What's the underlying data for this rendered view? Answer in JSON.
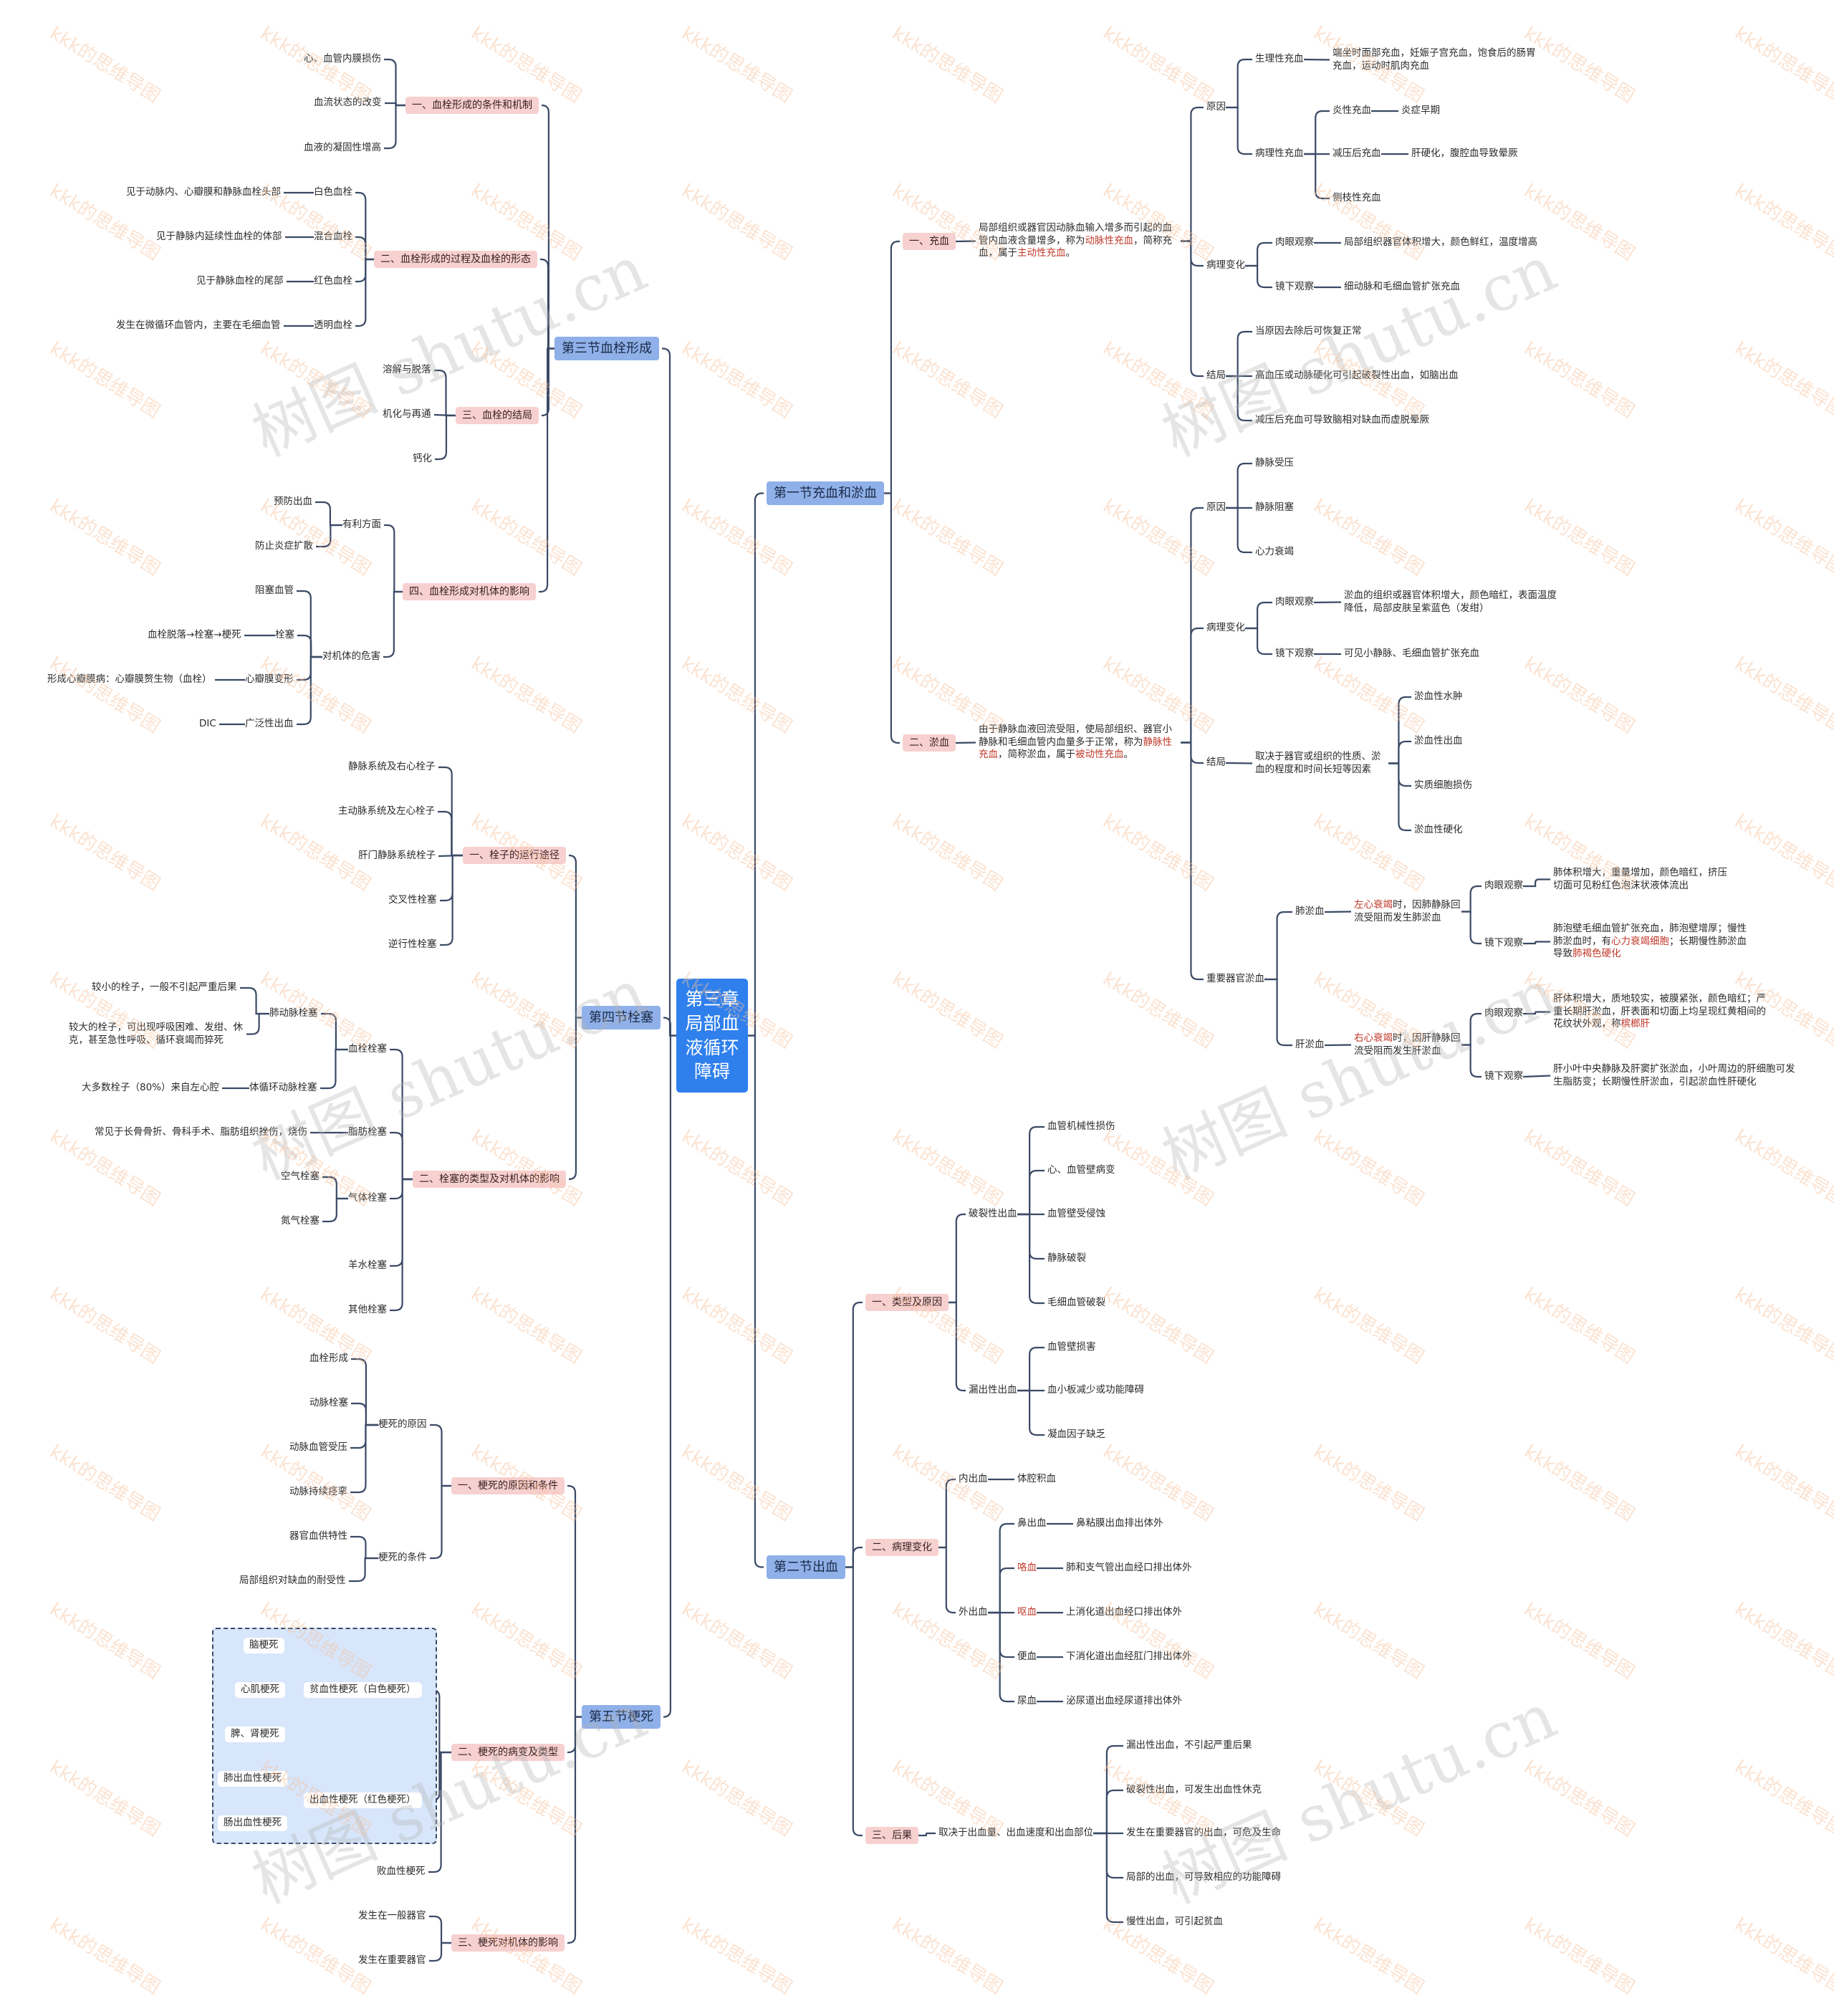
{
  "watermark": {
    "large": "树图 shutu.cn",
    "small": "kkk的思维导图"
  },
  "root": {
    "label": "第三章局部血液循环障碍"
  },
  "right": {
    "s1": {
      "label": "第一节充血和淤血",
      "chongxue": {
        "label": "一、充血",
        "desc_a": "局部组织或器官因动脉血输入增多而引起的血管内血液含量增多，称为",
        "desc_h1": "动脉性充血",
        "desc_b": "，简称充血，属于",
        "desc_h2": "主动性充血",
        "desc_c": "。",
        "cause": {
          "label": "原因",
          "phys": {
            "label": "生理性充血",
            "desc": "端坐时面部充血，妊娠子宫充血，饱食后的肠胃充血，运动时肌肉充血"
          },
          "path": {
            "label": "病理性充血",
            "c1": {
              "label": "炎性充血",
              "desc": "炎症早期"
            },
            "c2": {
              "label": "减压后充血",
              "desc": "肝硬化，腹腔血导致晕厥"
            },
            "c3": {
              "label": "侧枝性充血"
            }
          }
        },
        "change": {
          "label": "病理变化",
          "g": {
            "label": "肉眼观察",
            "desc": "局部组织器官体积增大，颜色鲜红，温度增高"
          },
          "m": {
            "label": "镜下观察",
            "desc": "细动脉和毛细血管扩张充血"
          }
        },
        "result": {
          "label": "结局",
          "r1": "当原因去除后可恢复正常",
          "r2": "高血压或动脉硬化可引起破裂性出血，如脑出血",
          "r3": "减压后充血可导致脑相对缺血而虚脱晕厥"
        }
      },
      "yuxue": {
        "label": "二、淤血",
        "desc_a": "由于静脉血液回流受阻，使局部组织、器官小静脉和毛细血管内血量多于正常，称为",
        "desc_h1": "静脉性充血",
        "desc_b": "，简称淤血，属于",
        "desc_h2": "被动性充血",
        "desc_c": "。",
        "cause": {
          "label": "原因",
          "c1": "静脉受压",
          "c2": "静脉阻塞",
          "c3": "心力衰竭"
        },
        "change": {
          "label": "病理变化",
          "g": {
            "label": "肉眼观察",
            "desc": "淤血的组织或器官体积增大，颜色暗红，表面温度降低，局部皮肤呈紫蓝色（发绀）"
          },
          "m": {
            "label": "镜下观察",
            "desc": "可见小静脉、毛细血管扩张充血"
          }
        },
        "result": {
          "label": "结局",
          "desc": "取决于器官或组织的性质、淤血的程度和时间长短等因素",
          "r1": "淤血性水肿",
          "r2": "淤血性出血",
          "r3": "实质细胞损伤",
          "r4": "淤血性硬化"
        },
        "organ": {
          "label": "重要器官淤血",
          "lung": {
            "label": "肺淤血",
            "desc_h": "左心衰竭",
            "desc": "时，因肺静脉回流受阻而发生肺淤血",
            "g": {
              "label": "肉眼观察",
              "desc": "肺体积增大，重量增加，颜色暗红，挤压切面可见粉红色泡沫状液体流出"
            },
            "m": {
              "label": "镜下观察",
              "desc_a": "肺泡壁毛细血管扩张充血，肺泡壁增厚；慢性肺淤血时，有",
              "desc_h1": "心力衰竭细胞",
              "desc_b": "；长期慢性肺淤血导致",
              "desc_h2": "肺褐色硬化"
            }
          },
          "liver": {
            "label": "肝淤血",
            "desc_h": "右心衰竭",
            "desc": "时，因肝静脉回流受阻而发生肝淤血",
            "g": {
              "label": "肉眼观察",
              "desc_a": "肝体积增大，质地较实，被膜紧张，颜色暗红；严重长期肝淤血，肝表面和切面上均呈现红黄相间的花纹状外观，称",
              "desc_h": "槟榔肝"
            },
            "m": {
              "label": "镜下观察",
              "desc": "肝小叶中央静脉及肝窦扩张淤血，小叶周边的肝细胞可发生脂肪变；长期慢性肝淤血，引起淤血性肝硬化"
            }
          }
        }
      }
    },
    "s2": {
      "label": "第二节出血",
      "type": {
        "label": "一、类型及原因",
        "rupture": {
          "label": "破裂性出血",
          "i1": "血管机械性损伤",
          "i2": "心、血管壁病变",
          "i3": "血管壁受侵蚀",
          "i4": "静脉破裂",
          "i5": "毛细血管破裂"
        },
        "leak": {
          "label": "漏出性出血",
          "i1": "血管壁损害",
          "i2": "血小板减少或功能障碍",
          "i3": "凝血因子缺乏"
        }
      },
      "change": {
        "label": "二、病理变化",
        "inner": {
          "label": "内出血",
          "desc": "体腔积血"
        },
        "outer": {
          "label": "外出血",
          "o1": {
            "label": "鼻出血",
            "desc": "鼻粘膜出血排出体外"
          },
          "o2": {
            "label": "咯血",
            "desc": "肺和支气管出血经口排出体外"
          },
          "o3": {
            "label": "呕血",
            "desc": "上消化道出血经口排出体外"
          },
          "o4": {
            "label": "便血",
            "desc": "下消化道出血经肛门排出体外"
          },
          "o5": {
            "label": "尿血",
            "desc": "泌尿道出血经尿道排出体外"
          }
        }
      },
      "outcome": {
        "label": "三、后果",
        "desc": "取决于出血量、出血速度和出血部位",
        "r1": "漏出性出血，不引起严重后果",
        "r2": "破裂性出血，可发生出血性休克",
        "r3": "发生在重要器官的出血，可危及生命",
        "r4": "局部的出血，可导致相应的功能障碍",
        "r5": "慢性出血，可引起贫血"
      }
    }
  },
  "left": {
    "s3": {
      "label": "第三节血栓形成",
      "cond": {
        "label": "一、血栓形成的条件和机制",
        "i1": "心、血管内膜损伤",
        "i2": "血流状态的改变",
        "i3": "血液的凝固性增高"
      },
      "proc": {
        "label": "二、血栓形成的过程及血栓的形态",
        "p1": {
          "label": "白色血栓",
          "desc": "见于动脉内、心瓣膜和静脉血栓头部"
        },
        "p2": {
          "label": "混合血栓",
          "desc": "见于静脉内延续性血栓的体部"
        },
        "p3": {
          "label": "红色血栓",
          "desc": "见于静脉血栓的尾部"
        },
        "p4": {
          "label": "透明血栓",
          "desc": "发生在微循环血管内，主要在毛细血管"
        }
      },
      "res": {
        "label": "三、血栓的结局",
        "i1": "溶解与脱落",
        "i2": "机化与再通",
        "i3": "钙化"
      },
      "eff": {
        "label": "四、血栓形成对机体的影响",
        "good": {
          "label": "有利方面",
          "i1": "预防出血",
          "i2": "防止炎症扩散"
        },
        "bad": {
          "label": "对机体的危害",
          "b1": {
            "label": "阻塞血管"
          },
          "b2": {
            "label": "栓塞",
            "desc": "血栓脱落→栓塞→梗死"
          },
          "b3": {
            "label": "心瓣膜变形",
            "desc": "形成心瓣膜病：心瓣膜赘生物（血栓）"
          },
          "b4": {
            "label": "广泛性出血",
            "desc": "DIC"
          }
        }
      }
    },
    "s4": {
      "label": "第四节栓塞",
      "path": {
        "label": "一、栓子的运行途径",
        "i1": "静脉系统及右心栓子",
        "i2": "主动脉系统及左心栓子",
        "i3": "肝门静脉系统栓子",
        "i4": "交叉性栓塞",
        "i5": "逆行性栓塞"
      },
      "type": {
        "label": "二、栓塞的类型及对机体的影响",
        "thrombo": {
          "label": "血栓栓塞",
          "pul": {
            "label": "肺动脉栓塞",
            "d1": "较小的栓子，一般不引起严重后果",
            "d2": "较大的栓子，可出现呼吸困难、发绀、休克，甚至急性呼吸、循环衰竭而猝死"
          },
          "sys": {
            "label": "体循环动脉栓塞",
            "desc": "大多数栓子（80%）来自左心腔"
          }
        },
        "fat": {
          "label": "脂肪栓塞",
          "desc": "常见于长骨骨折、骨科手术、脂肪组织挫伤，烧伤"
        },
        "gas": {
          "label": "气体栓塞",
          "i1": "空气栓塞",
          "i2": "氮气栓塞"
        },
        "amn": {
          "label": "羊水栓塞"
        },
        "other": {
          "label": "其他栓塞"
        }
      }
    },
    "s5": {
      "label": "第五节梗死",
      "cause": {
        "label": "一、梗死的原因和条件",
        "reason": {
          "label": "梗死的原因",
          "i1": "血栓形成",
          "i2": "动脉栓塞",
          "i3": "动脉血管受压",
          "i4": "动脉持续痉挛"
        },
        "cond": {
          "label": "梗死的条件",
          "i1": "器官血供特性",
          "i2": "局部组织对缺血的耐受性"
        }
      },
      "lesion": {
        "label": "二、梗死的病变及类型",
        "anemic": {
          "label": "贫血性梗死（白色梗死）",
          "i1": "脑梗死",
          "i2": "心肌梗死",
          "i3": "脾、肾梗死"
        },
        "hemor": {
          "label": "出血性梗死（红色梗死）",
          "i1": "肺出血性梗死",
          "i2": "肠出血性梗死"
        },
        "septic": {
          "label": "败血性梗死"
        }
      },
      "eff": {
        "label": "三、梗死对机体的影响",
        "i1": "发生在一般器官",
        "i2": "发生在重要器官"
      }
    }
  }
}
